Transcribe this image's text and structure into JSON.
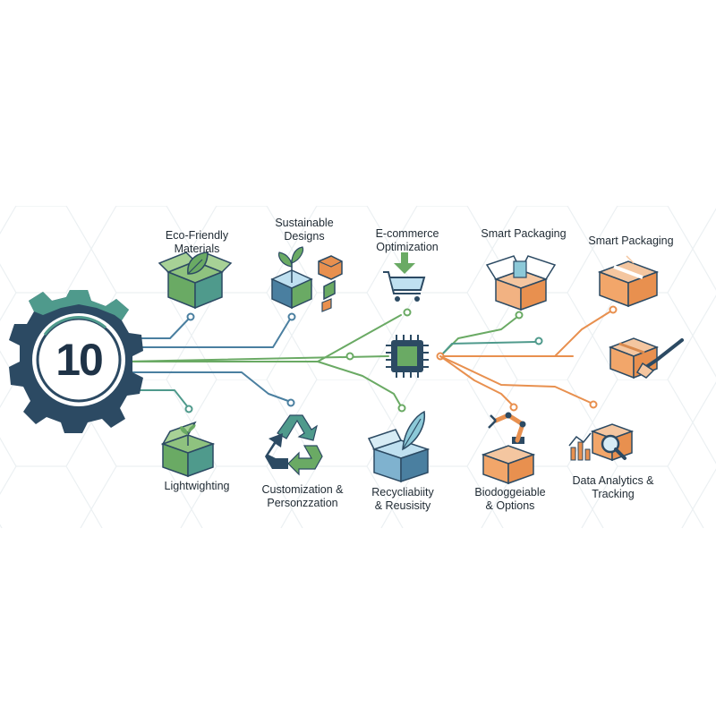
{
  "center_number": "10",
  "colors": {
    "teal": "#4f9a8c",
    "green": "#6aaa64",
    "blue": "#4a7fa0",
    "orange": "#e8904f",
    "navy": "#2c4a63",
    "hexgrid": "#e9eef1"
  },
  "items": [
    {
      "id": "eco",
      "line1": "Eco-Friendly",
      "line2": "Materials",
      "icon": "box-leaf-icon"
    },
    {
      "id": "sustainable",
      "line1": "Sustainable",
      "line2": "Designs",
      "icon": "sprout-box-icon"
    },
    {
      "id": "ecommerce",
      "line1": "E-commerce",
      "line2": "Optimization",
      "icon": "shopping-cart-icon"
    },
    {
      "id": "smart1",
      "line1": "Smart Packaging",
      "line2": "",
      "icon": "open-box-icon"
    },
    {
      "id": "smart2",
      "line1": "Smart Packaging",
      "line2": "",
      "icon": "taped-box-icon"
    },
    {
      "id": "lightweighting",
      "line1": "Lightwighting",
      "line2": "",
      "icon": "sprout-box-icon"
    },
    {
      "id": "customization",
      "line1": "Customization &",
      "line2": "Personzzation",
      "icon": "recycle-icon"
    },
    {
      "id": "recyclability",
      "line1": "Recycliabiity",
      "line2": "& Reusisity",
      "icon": "feather-box-icon"
    },
    {
      "id": "biodegradable",
      "line1": "Biodoggeiable",
      "line2": "& Options",
      "icon": "robot-arm-box-icon"
    },
    {
      "id": "analytics",
      "line1": "Data Analytics &",
      "line2": "Tracking",
      "icon": "analytics-box-icon"
    }
  ],
  "extra_icon": "box-brush-icon",
  "hub_icon": "microchip-icon"
}
